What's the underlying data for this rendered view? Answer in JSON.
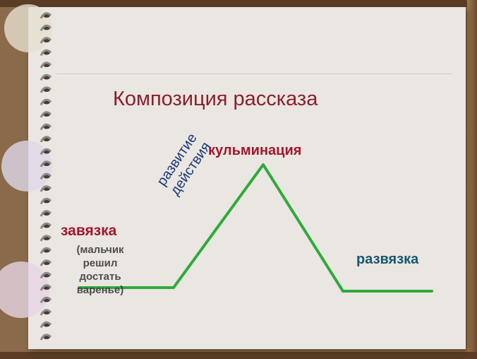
{
  "title": "Композиция рассказа",
  "labels": {
    "culmination": "кульминация",
    "exposition": "завязка",
    "exposition_note": [
      "(мальчик",
      "решил",
      "достать",
      "варенье)"
    ],
    "rising_action": [
      "развитие",
      "действия"
    ],
    "denouement": "развязка"
  },
  "colors": {
    "line": "#2eaa3a",
    "title": "#8a1f2c",
    "accent_red": "#a0162b",
    "accent_teal": "#175770",
    "rising_text": "#1a3a7a"
  }
}
